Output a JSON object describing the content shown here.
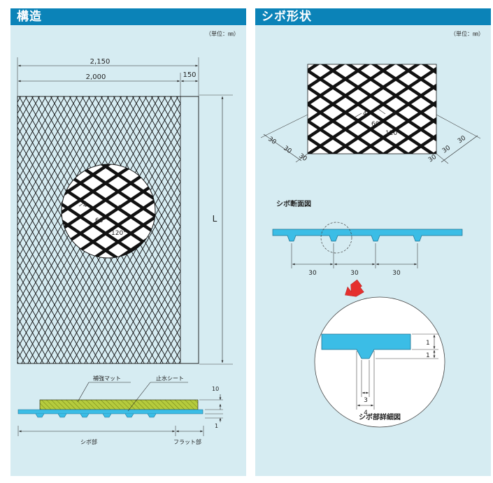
{
  "left": {
    "title": "構造",
    "unit": "（単位：㎜）",
    "dim_total": "2,150",
    "dim_main": "2,000",
    "dim_flat": "150",
    "dim_length": "L",
    "detail_a": "4",
    "detail_b": "4",
    "angle_60": "60°",
    "angle_120": "120°",
    "label_mat": "補強マット",
    "label_seal": "止水シート",
    "dim_10": "10",
    "dim_1": "1",
    "label_shibo": "シボ部",
    "label_flat": "フラット部"
  },
  "right": {
    "title": "シボ形状",
    "unit": "（単位：㎜）",
    "detail_a": "4",
    "detail_b": "4",
    "angle_60": "60°",
    "angle_120": "120°",
    "dim30_a": "30",
    "dim30_b": "30",
    "dim30_c": "30",
    "dim30_d": "30",
    "dim30_e": "30",
    "dim30_f": "30",
    "section_title": "シボ断面図",
    "sec30_a": "30",
    "sec30_b": "30",
    "sec30_c": "30",
    "det_1a": "1",
    "det_1b": "1",
    "det_3": "3",
    "det_4": "4",
    "detail_title": "シボ部詳細図"
  },
  "colors": {
    "header": "#0b83b8",
    "panel": "#d6ecf2",
    "sheet": "#3bbde6",
    "mat": "#b5cb3c"
  }
}
